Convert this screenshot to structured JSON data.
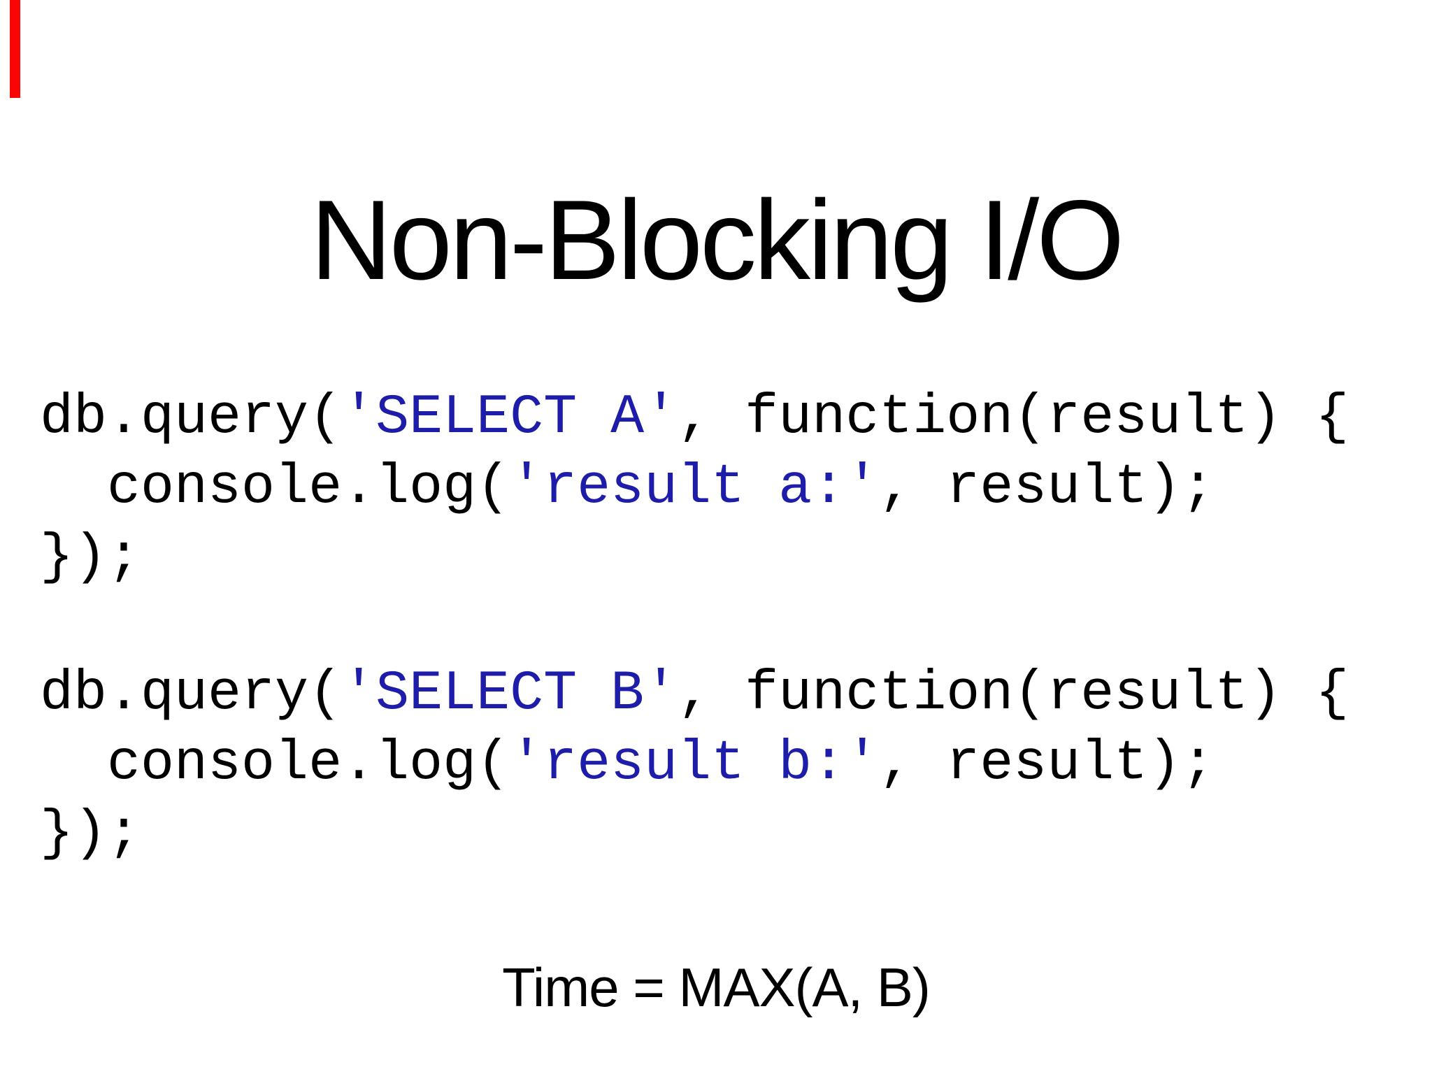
{
  "slide": {
    "title": "Non-Blocking I/O",
    "footer": "Time = MAX(A, B)",
    "background_color": "#ffffff",
    "text_color": "#000000",
    "marker_color": "#fb0404",
    "marker_name": "red-marker-bar"
  },
  "code": {
    "string_color": "#1d1daa",
    "block_a": {
      "line1_pre": "db.query(",
      "line1_str": "'SELECT A'",
      "line1_post": ", function(result) {",
      "line2_pre": "  console.log(",
      "line2_str": "'result a:'",
      "line2_post": ", result);",
      "line3": "});"
    },
    "block_b": {
      "line1_pre": "db.query(",
      "line1_str": "'SELECT B'",
      "line1_post": ", function(result) {",
      "line2_pre": "  console.log(",
      "line2_str": "'result b:'",
      "line2_post": ", result);",
      "line3": "});"
    }
  }
}
